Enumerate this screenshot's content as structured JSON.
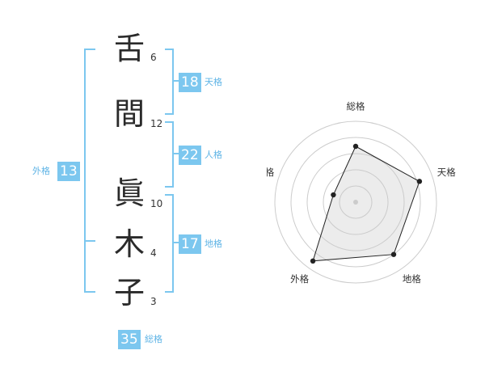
{
  "characters": [
    {
      "char": "舌",
      "strokes": "6"
    },
    {
      "char": "間",
      "strokes": "12"
    },
    {
      "char": "眞",
      "strokes": "10"
    },
    {
      "char": "木",
      "strokes": "4"
    },
    {
      "char": "子",
      "strokes": "3"
    }
  ],
  "kaku": {
    "ten": {
      "value": "18",
      "label": "天格"
    },
    "jin": {
      "value": "22",
      "label": "人格"
    },
    "chi": {
      "value": "17",
      "label": "地格"
    },
    "gai": {
      "value": "13",
      "label": "外格"
    },
    "sokaku": {
      "value": "35",
      "label": "総格"
    }
  },
  "colors": {
    "accent": "#7cc7ef",
    "label": "#5fb4e6"
  },
  "chart_data": {
    "type": "radar",
    "axes": [
      "総格",
      "天格",
      "地格",
      "外格",
      "人格"
    ],
    "values": [
      0.69,
      0.83,
      0.8,
      0.9,
      0.29
    ],
    "rmax": 1,
    "rings": 5
  }
}
